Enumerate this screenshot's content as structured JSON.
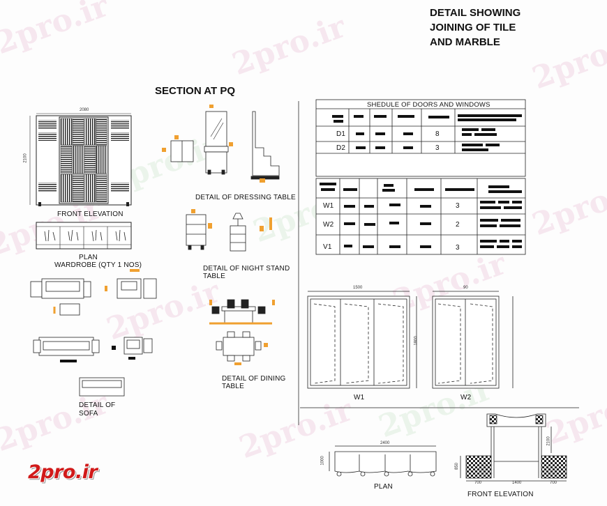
{
  "watermark": "2pro.ir",
  "logo_text": "2pro.ir",
  "titles": {
    "detail_tile": [
      "DETAIL SHOWING",
      "JOINING OF TILE",
      "AND MARBLE"
    ],
    "section_pq": "SECTION AT PQ"
  },
  "wardrobe": {
    "front_elevation": "FRONT ELEVATION",
    "plan": "PLAN",
    "caption": "WARDROBE (QTY 1 NOS)",
    "dim_width": "2080",
    "dim_height": "2100"
  },
  "sofa_caption": [
    "DETAIL OF",
    "SOFA"
  ],
  "dressing_caption": "DETAIL OF DRESSING TABLE",
  "nightstand_caption": [
    "DETAIL OF NIGHT STAND",
    "TABLE"
  ],
  "dining_caption": [
    "DETAIL OF DINING",
    "TABLE"
  ],
  "schedule": {
    "title": "SHEDULE OF DOORS AND WINDOWS",
    "doors": [
      {
        "label": "D1",
        "qty": "8"
      },
      {
        "label": "D2",
        "qty": "3"
      }
    ],
    "windows": [
      {
        "label": "W1",
        "qty": "3"
      },
      {
        "label": "W2",
        "qty": "2"
      },
      {
        "label": "V1",
        "qty": "3"
      }
    ]
  },
  "windows_drawing": {
    "w1_label": "W1",
    "w2_label": "W2",
    "w1_width": "1500",
    "w1_height": "1800",
    "w2_width": "90"
  },
  "bottom": {
    "plan_label": "PLAN",
    "front_label": "FRONT ELEVATION",
    "plan_width": "2400",
    "plan_depth": "1000",
    "front_height": "2100",
    "front_left": "700",
    "front_mid": "1400",
    "front_right": "700",
    "front_side": "850"
  },
  "colors": {
    "accent_orange": "#f0a030",
    "accent_magenta": "#c040c0",
    "logo_red": "#d11a1a"
  }
}
